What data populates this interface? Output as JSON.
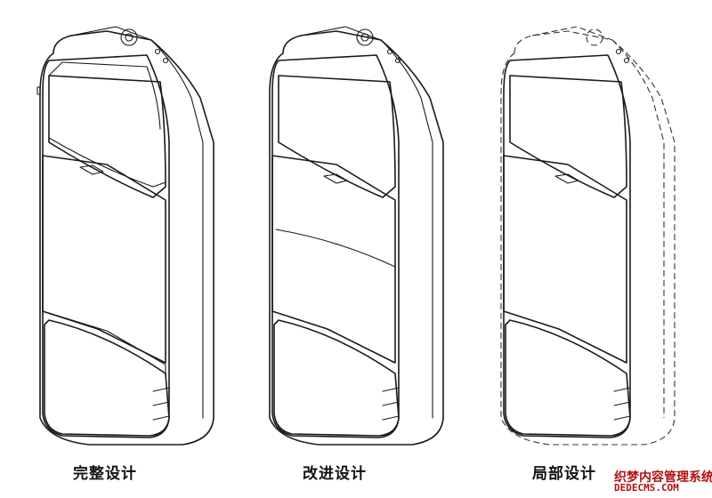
{
  "figures": [
    {
      "caption": "完整设计"
    },
    {
      "caption": "改进设计"
    },
    {
      "caption": "局部设计"
    }
  ],
  "watermark": {
    "text": "织梦内容管理系统",
    "url": "DEDECMS.COM",
    "color": "#b01010"
  },
  "colors": {
    "line": "#1a1a1a",
    "background": "#ffffff"
  }
}
